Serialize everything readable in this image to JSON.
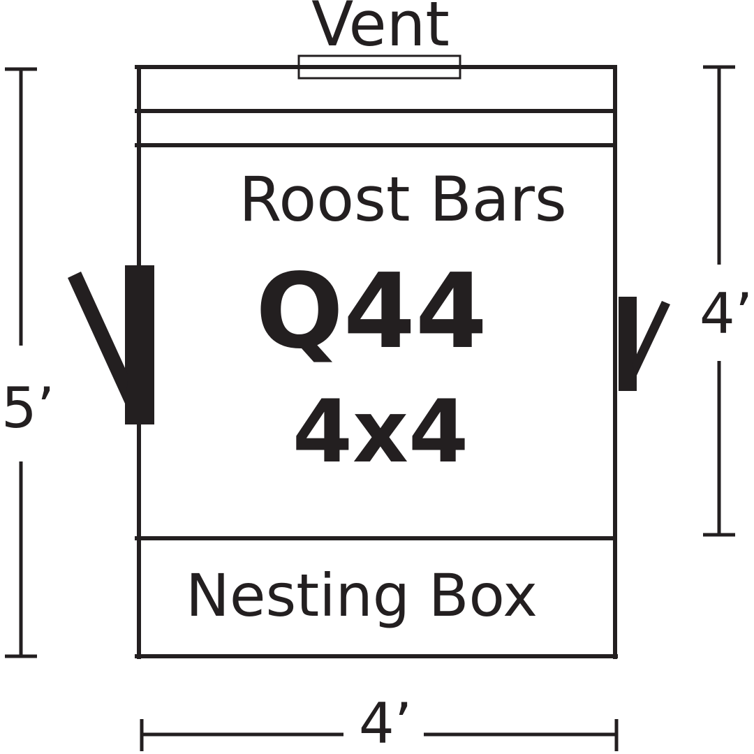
{
  "labels": {
    "vent": "Vent",
    "roost_bars": "Roost Bars",
    "model": "Q44",
    "size": "4x4",
    "nesting_box": "Nesting Box"
  },
  "dimensions": {
    "left_height": "5’",
    "right_height": "4’",
    "bottom_width": "4’"
  },
  "colors": {
    "ink": "#231f20",
    "background": "#ffffff"
  }
}
